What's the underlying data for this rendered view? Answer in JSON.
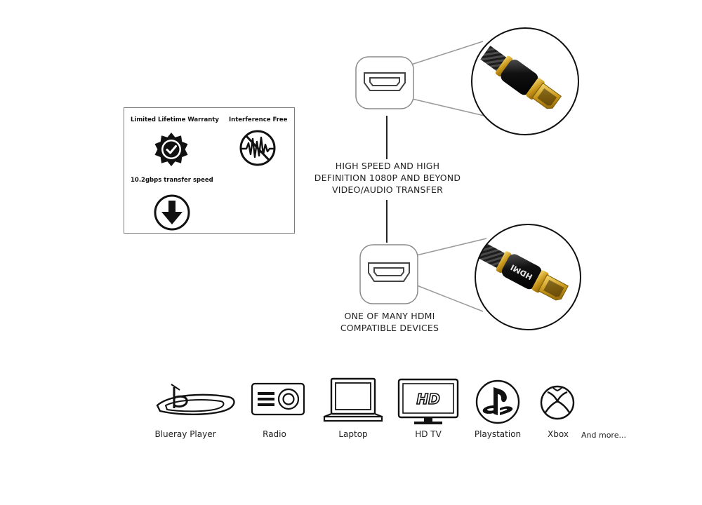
{
  "features": [
    {
      "label": "Limited Lifetime Warranty",
      "icon": "warranty-badge-icon"
    },
    {
      "label": "Interference Free",
      "icon": "interference-free-icon"
    },
    {
      "label": "10.2gbps transfer speed",
      "icon": "download-arrow-icon"
    }
  ],
  "callouts": {
    "transfer": {
      "line1": "HIGH SPEED AND HIGH",
      "line2": "DEFINITION 1080P AND BEYOND",
      "line3": "VIDEO/AUDIO TRANSFER"
    },
    "devices": {
      "line1": "ONE OF MANY HDMI",
      "line2": "COMPATIBLE DEVICES"
    }
  },
  "connector_text": "HDMI",
  "devices": [
    {
      "label": "Blueray Player",
      "icon": "bluray-icon"
    },
    {
      "label": "Radio",
      "icon": "projector-icon"
    },
    {
      "label": "Laptop",
      "icon": "laptop-icon"
    },
    {
      "label": "HD TV",
      "icon": "hd-tv-icon"
    },
    {
      "label": "Playstation",
      "icon": "playstation-icon"
    },
    {
      "label": "Xbox",
      "icon": "xbox-icon"
    }
  ],
  "devices_more": "And more...",
  "tv_badge": "HD",
  "colors": {
    "gold": "#d4a017",
    "outline": "#8a8a8a",
    "connector_body": "#1a1a1a"
  }
}
